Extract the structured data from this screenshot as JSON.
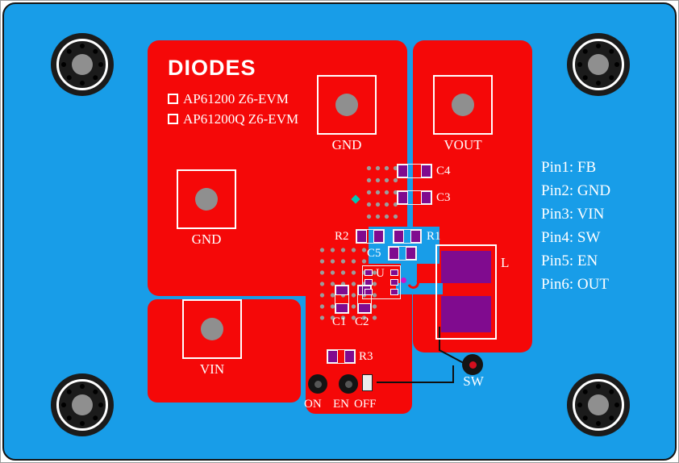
{
  "logo": {
    "text": "DIODES"
  },
  "silkscreen": {
    "variant1": "AP61200 Z6-EVM",
    "variant2": "AP61200Q Z6-EVM",
    "gnd_top": "GND",
    "vout": "VOUT",
    "gnd_left": "GND",
    "vin": "VIN",
    "sw": "SW",
    "on": "ON",
    "en": "EN",
    "off": "OFF"
  },
  "refdes": {
    "c1": "C1",
    "c2": "C2",
    "c3": "C3",
    "c4": "C4",
    "c5": "C5",
    "r1": "R1",
    "r2": "R2",
    "r3": "R3",
    "u": "U",
    "l": "L"
  },
  "pinout": [
    "Pin1: FB",
    "Pin2: GND",
    "Pin3: VIN",
    "Pin4: SW",
    "Pin5: EN",
    "Pin6: OUT"
  ],
  "colors": {
    "blue": "#189de8",
    "red": "#f50808",
    "purple": "#800b8f",
    "via": "#9c9c9c"
  }
}
